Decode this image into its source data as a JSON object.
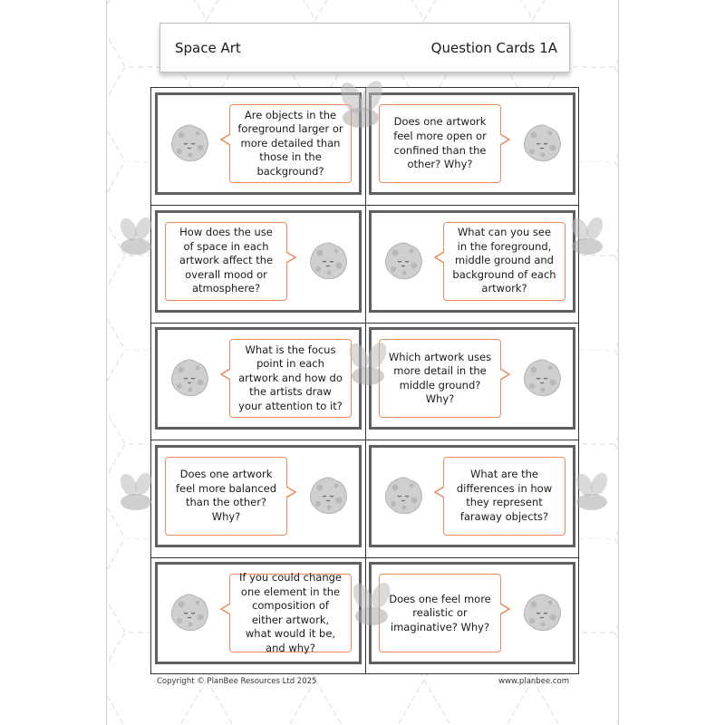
{
  "header": {
    "title": "Space Art",
    "subtitle": "Question Cards 1A"
  },
  "cards": [
    {
      "text": "Are objects in the foreground larger or more detailed than those in the background?",
      "moon_side": "left"
    },
    {
      "text": "Does one artwork feel more open or confined than the other? Why?",
      "moon_side": "right"
    },
    {
      "text": "How does the use of space in each artwork affect the overall mood or atmosphere?",
      "moon_side": "right"
    },
    {
      "text": "What can you see in the foreground, middle ground and background of each artwork?",
      "moon_side": "left"
    },
    {
      "text": "What is the focus point in each artwork and how do the artists draw your attention to it?",
      "moon_side": "left"
    },
    {
      "text": "Which artwork uses more detail in the middle ground? Why?",
      "moon_side": "right"
    },
    {
      "text": "Does one artwork feel more balanced than the other? Why?",
      "moon_side": "right"
    },
    {
      "text": "What are the differences in how they represent faraway objects?",
      "moon_side": "left"
    },
    {
      "text": "If you could change one element in the composition of either artwork, what would it be, and why?",
      "moon_side": "left"
    },
    {
      "text": "Does one feel more realistic or imaginative? Why?",
      "moon_side": "right"
    }
  ],
  "footer": {
    "copyright": "Copyright © PlanBee Resources Ltd 2025",
    "website": "www.planbee.com"
  },
  "colors": {
    "bubble_border": "#ef8a5a",
    "card_border": "#5f5f5f",
    "moon": "#cfcfcf"
  },
  "icons": {
    "card_mascot": "moon-icon",
    "watermark": "bee-icon"
  }
}
